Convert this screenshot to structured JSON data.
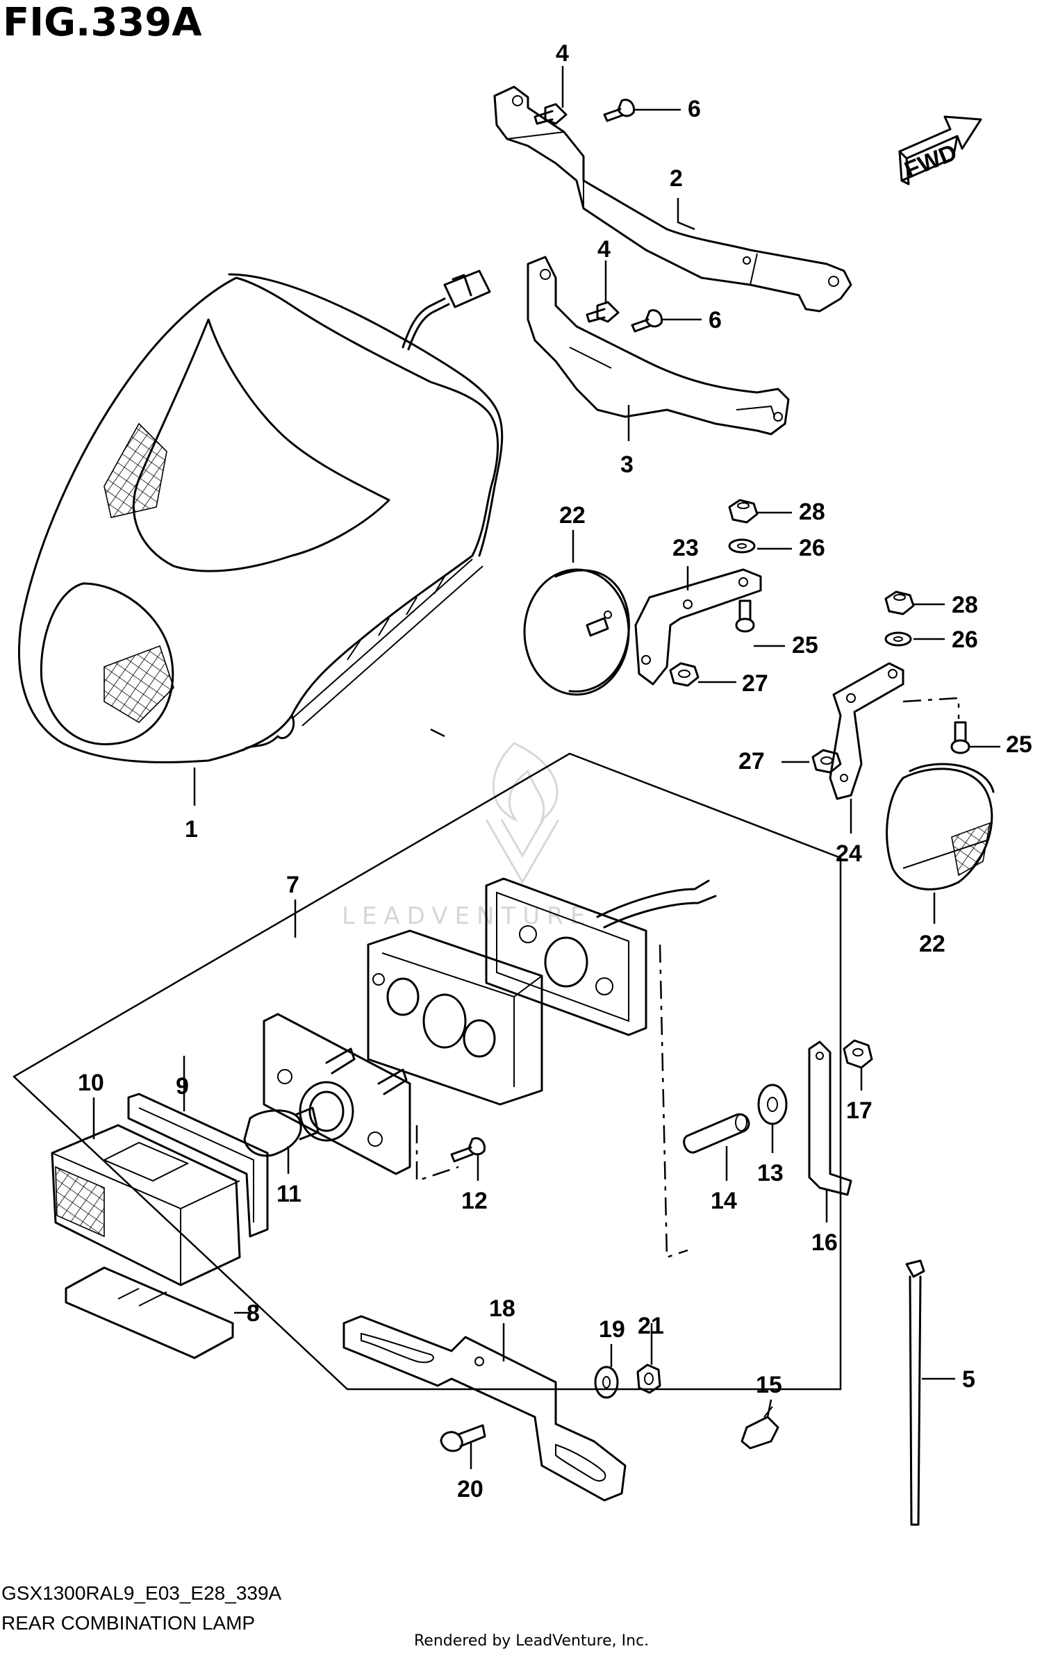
{
  "figure": {
    "title": "FIG.339A",
    "model_code": "GSX1300RAL9_E03_E28_339A",
    "assembly_name": "REAR COMBINATION LAMP",
    "rendered_by": "Rendered by LeadVenture, Inc.",
    "watermark": "LEADVENTURE",
    "direction_label": "FWD"
  },
  "callouts": [
    "1",
    "2",
    "3",
    "4",
    "4",
    "5",
    "6",
    "6",
    "7",
    "8",
    "9",
    "10",
    "11",
    "12",
    "13",
    "14",
    "15",
    "16",
    "17",
    "18",
    "19",
    "20",
    "21",
    "22",
    "22",
    "23",
    "24",
    "25",
    "25",
    "26",
    "26",
    "27",
    "27",
    "28",
    "28"
  ],
  "parts": [
    {
      "label": "1",
      "icon": "rear-combination-lamp-housing"
    },
    {
      "label": "2",
      "icon": "upper-bracket"
    },
    {
      "label": "3",
      "icon": "lower-bracket"
    },
    {
      "label": "4",
      "icon": "bolt"
    },
    {
      "label": "5",
      "icon": "cable-tie"
    },
    {
      "label": "6",
      "icon": "screw"
    },
    {
      "label": "7",
      "icon": "license-lamp-assembly"
    },
    {
      "label": "8",
      "icon": "lens-plate"
    },
    {
      "label": "9",
      "icon": "gasket"
    },
    {
      "label": "10",
      "icon": "lamp-lens"
    },
    {
      "label": "11",
      "icon": "bulb"
    },
    {
      "label": "12",
      "icon": "screw"
    },
    {
      "label": "13",
      "icon": "washer"
    },
    {
      "label": "14",
      "icon": "spacer"
    },
    {
      "label": "15",
      "icon": "clip"
    },
    {
      "label": "16",
      "icon": "clamp"
    },
    {
      "label": "17",
      "icon": "nut"
    },
    {
      "label": "18",
      "icon": "license-bracket"
    },
    {
      "label": "19",
      "icon": "washer"
    },
    {
      "label": "20",
      "icon": "screw"
    },
    {
      "label": "21",
      "icon": "nut"
    },
    {
      "label": "22",
      "icon": "reflector"
    },
    {
      "label": "23",
      "icon": "reflector-bracket"
    },
    {
      "label": "24",
      "icon": "reflector-bracket"
    },
    {
      "label": "25",
      "icon": "screw"
    },
    {
      "label": "26",
      "icon": "washer"
    },
    {
      "label": "27",
      "icon": "nut"
    },
    {
      "label": "28",
      "icon": "nut"
    }
  ]
}
